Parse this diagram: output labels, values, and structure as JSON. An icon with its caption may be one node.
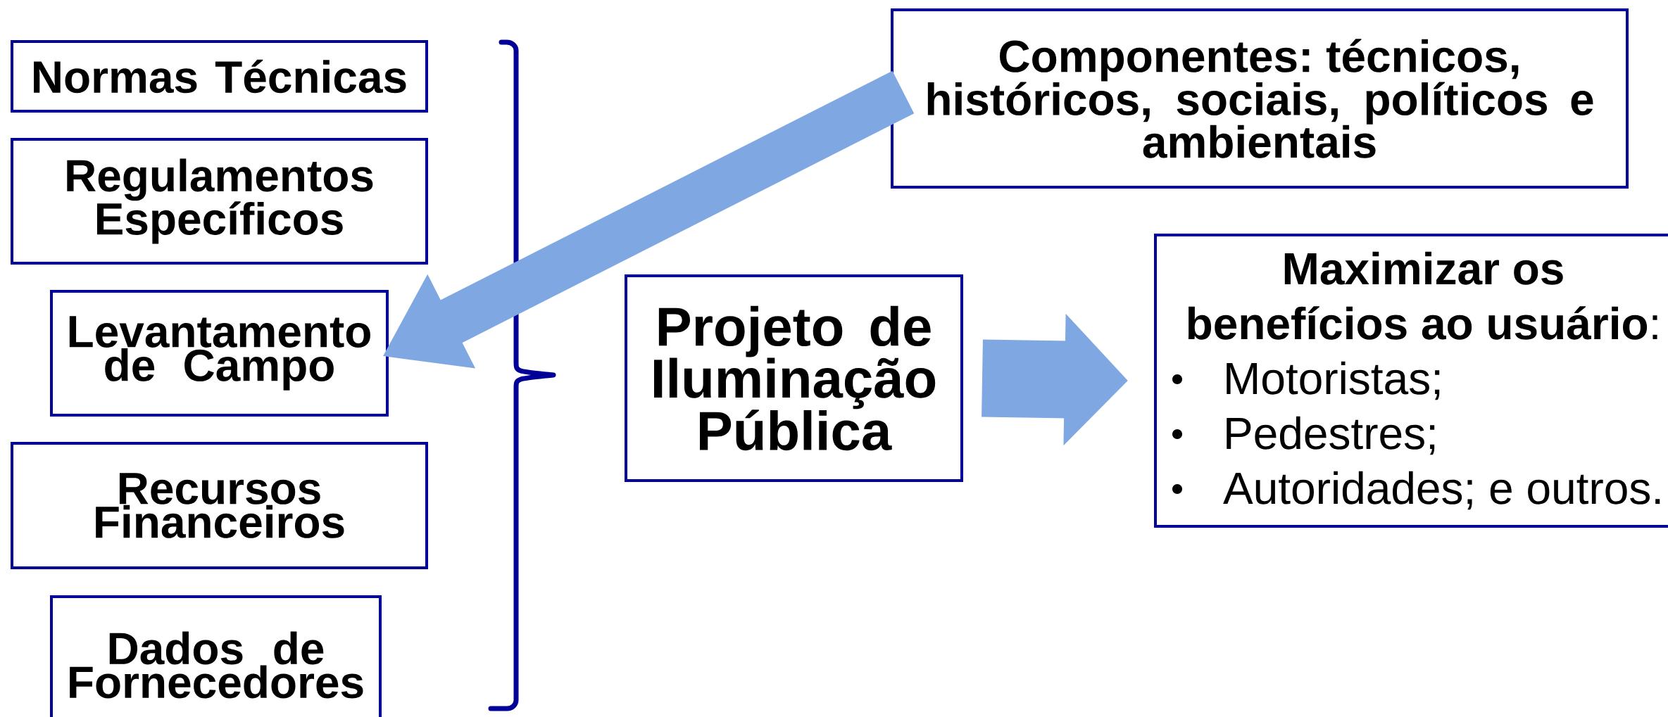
{
  "diagram": {
    "nodes": [
      {
        "text": [
          "Normas Técnicas"
        ]
      },
      {
        "text": [
          "Regulamentos Específicos"
        ]
      },
      {
        "text": [
          "Levantamento de Campo"
        ]
      },
      {
        "text": [
          "Recursos Financeiros"
        ]
      },
      {
        "text": [
          "Dados de Fornecedores"
        ]
      },
      {
        "text": [
          "Componentes: técnicos, históricos, sociais, políticos e ambientais"
        ]
      },
      {
        "text": [
          "Projeto de Iluminação Pública"
        ]
      },
      {
        "text": [
          "**Maximizar os benefícios ao usuário**:",
          "Motoristas;",
          "Pedestres;",
          "Autoridades; e outros."
        ]
      }
    ],
    "edges": [
      {
        "from": 5,
        "to": 2,
        "arrow": "to"
      },
      {
        "from": 6,
        "to": 7,
        "arrow": "to"
      }
    ]
  }
}
